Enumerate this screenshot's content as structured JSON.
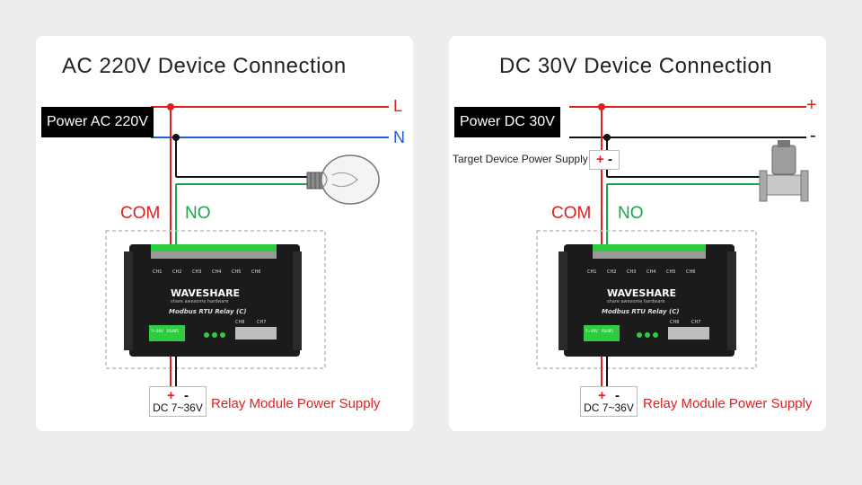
{
  "ac": {
    "title": "AC 220V Device Connection",
    "power_label": "Power AC 220V",
    "line_label": "L",
    "neutral_label": "N",
    "com_label": "COM",
    "no_label": "NO",
    "supply_plus": "+",
    "supply_minus": "-",
    "supply_range": "DC 7~36V",
    "supply_caption": "Relay Module Power Supply"
  },
  "dc": {
    "title": "DC 30V Device Connection",
    "power_label": "Power DC 30V",
    "plus_label": "+",
    "minus_label": "-",
    "target_label": "Target Device Power Supply",
    "target_plus": "+",
    "target_minus": "-",
    "com_label": "COM",
    "no_label": "NO",
    "supply_plus": "+",
    "supply_minus": "-",
    "supply_range": "DC 7~36V",
    "supply_caption": "Relay Module Power Supply"
  },
  "module": {
    "brand": "WAVESHARE",
    "tagline": "share awesome hardware",
    "model": "Modbus RTU Relay (C)",
    "ch_top": [
      "CH1",
      "CH2",
      "CH3",
      "CH4",
      "CH5",
      "CH6"
    ],
    "ch_bottom": [
      "CH8",
      "CH7"
    ],
    "port_left": "7~36V",
    "port_right": "RS485"
  },
  "colors": {
    "wire_red": "#e02020",
    "wire_blue": "#1f5fd6",
    "wire_green": "#1aa54a",
    "wire_black": "#111111",
    "module_body": "#1b1b1b",
    "terminal_green": "#2ecc40"
  }
}
